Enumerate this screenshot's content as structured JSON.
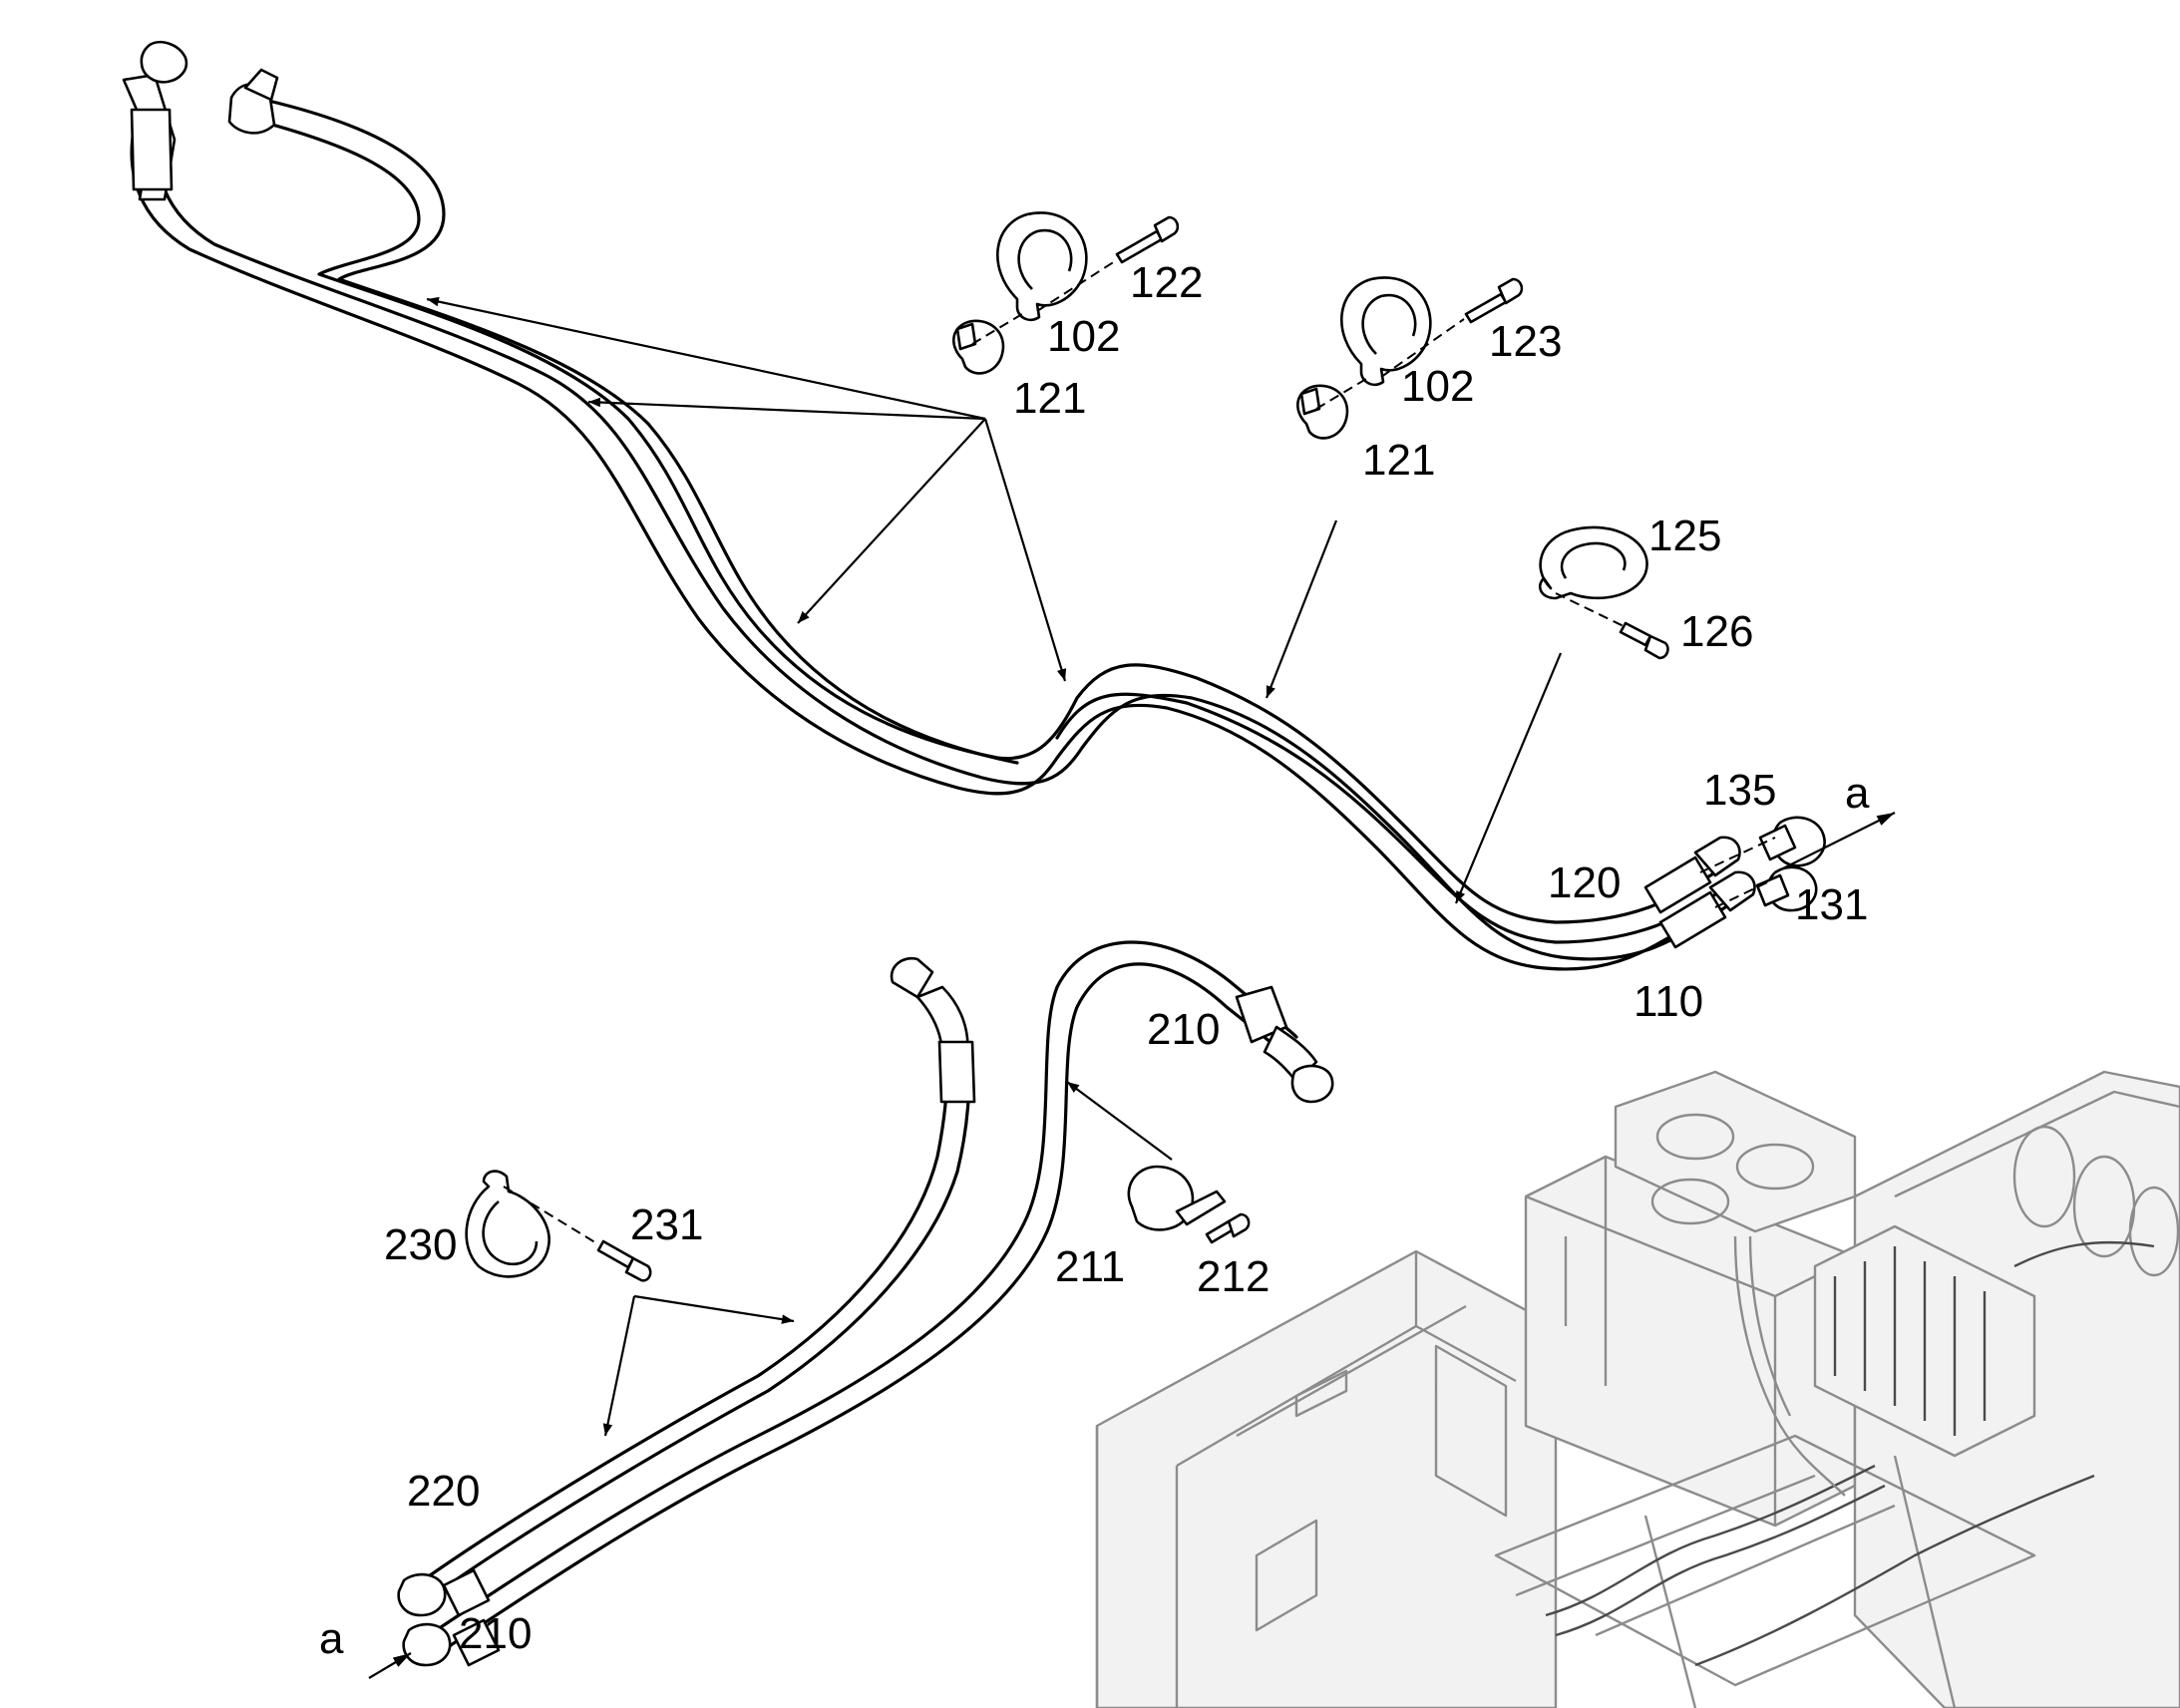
{
  "callouts": {
    "c102a": "102",
    "c102b": "102",
    "c110": "110",
    "c120": "120",
    "c121a": "121",
    "c121b": "121",
    "c122": "122",
    "c123": "123",
    "c125": "125",
    "c126": "126",
    "c131": "131",
    "c135": "135",
    "c210a": "210",
    "c210b": "210",
    "c211": "211",
    "c212": "212",
    "c220": "220",
    "c230": "230",
    "c231": "231",
    "ref_a_top": "a",
    "ref_a_bottom": "a"
  },
  "colors": {
    "line": "#000000",
    "machine": "#8c8c8c",
    "background": "#ffffff"
  }
}
